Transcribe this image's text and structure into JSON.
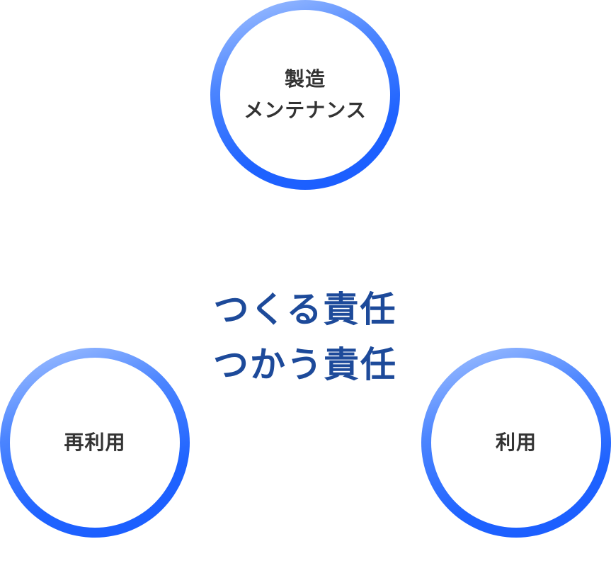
{
  "diagram": {
    "center": {
      "line1": "つくる責任",
      "line2": "つかう責任"
    },
    "nodes": {
      "top": {
        "line1": "製造",
        "line2": "メンテナンス"
      },
      "left": {
        "label": "再利用"
      },
      "right": {
        "label": "利用"
      }
    }
  },
  "colors": {
    "ring_light": "#a9c6ff",
    "ring_dark": "#1a5cff",
    "center_text": "#1d4a9a",
    "label_text": "#333333"
  }
}
